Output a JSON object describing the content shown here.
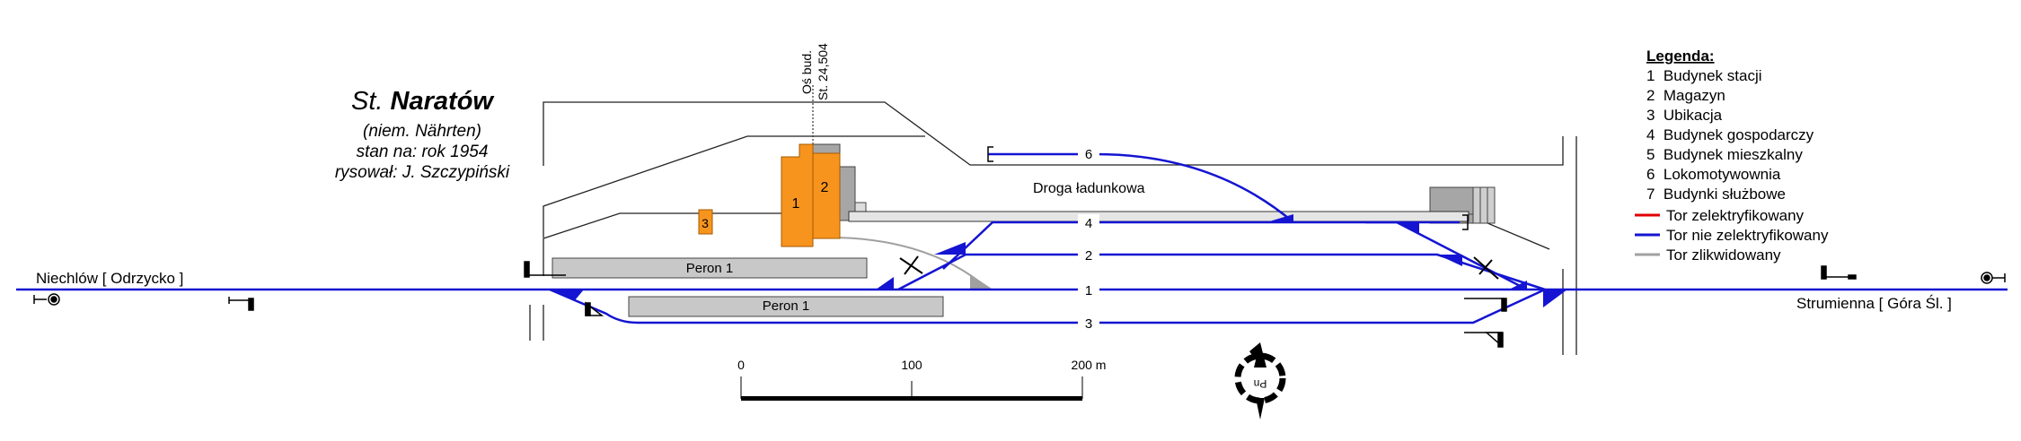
{
  "title": {
    "prefix": "St.",
    "name": "Naratów",
    "line1": "(niem. Nährten)",
    "line2": "stan na: rok 1954",
    "line3": "rysował: J. Szczypiński"
  },
  "axis": {
    "line1": "Oś bud.",
    "line2": "St. 24,504"
  },
  "directions": {
    "left": "Niechlów [ Odrzycko ]",
    "right": "Strumienna [ Góra Śl. ]"
  },
  "road_label": "Droga ładunkowa",
  "platforms": [
    "Peron 1",
    "Peron 1"
  ],
  "buildings": [
    "1",
    "2",
    "3"
  ],
  "tracks": [
    "6",
    "4",
    "2",
    "1",
    "3"
  ],
  "scale": {
    "ticks": [
      "0",
      "100",
      "200 m"
    ]
  },
  "compass_label": "Pn",
  "legend": {
    "title": "Legenda:",
    "items": [
      "1  Budynek stacji",
      "2  Magazyn",
      "3  Ubikacja",
      "4  Budynek gospodarczy",
      "5  Budynek mieszkalny",
      "6  Lokomotywownia",
      "7  Budynki służbowe"
    ],
    "lines": [
      {
        "label": "Tor zelektryfikowany",
        "color": "#e00000"
      },
      {
        "label": "Tor nie zelektryfikowany",
        "color": "#1414d2"
      },
      {
        "label": "Tor zlikwidowany",
        "color": "#a0a0a0"
      }
    ]
  },
  "colors": {
    "track": "#1414d2",
    "building": "#f7941d",
    "platform": "#c8c8c8",
    "removed": "#a0a0a0"
  }
}
